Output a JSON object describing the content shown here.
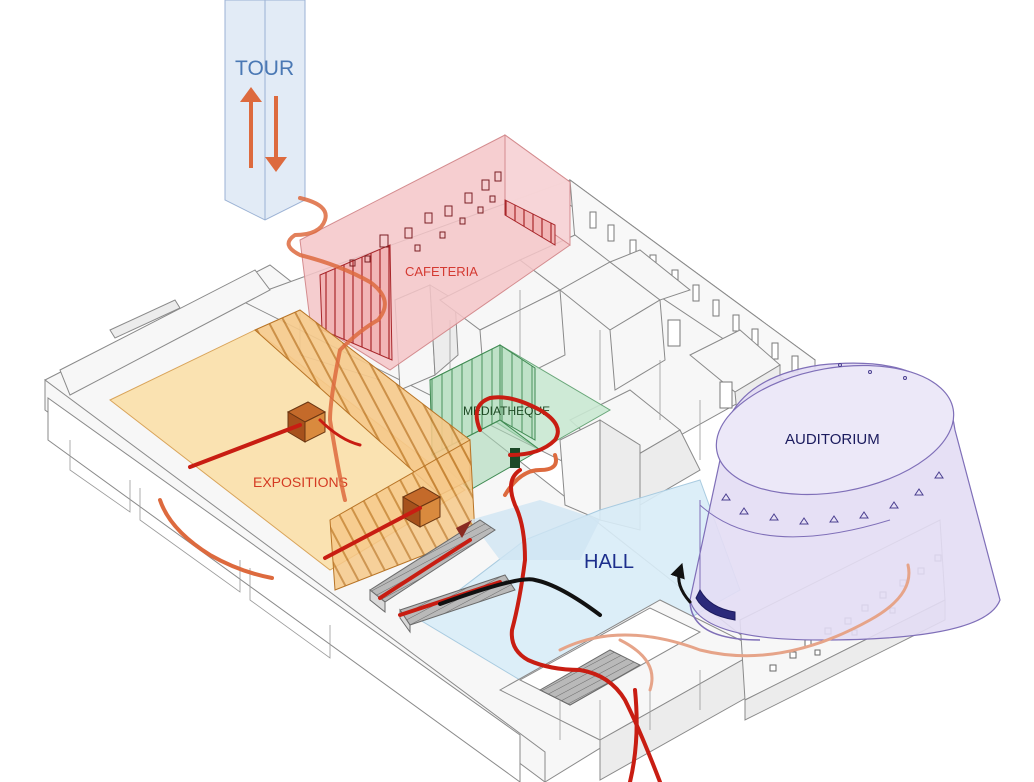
{
  "labels": {
    "tour": "TOUR",
    "cafeteria": "CAFETERIA",
    "mediatheque": "MEDIATHEQUE",
    "expositions": "EXPOSITIONS",
    "hall": "HALL",
    "auditorium": "AUDITORIUM"
  },
  "colors": {
    "tour_text": "#4a78b4",
    "tour_fill": "#dde7f4",
    "cafeteria_text": "#d43a32",
    "cafeteria_fill": "#f4c6c8",
    "mediatheque_text": "#1e4a24",
    "mediatheque_fill": "#c9e8d2",
    "expositions_text": "#d43a22",
    "expositions_fill": "#f9dfa9",
    "hall_text": "#1c2e8c",
    "hall_fill": "#d8ecf7",
    "auditorium_text": "#1b1b5e",
    "auditorium_fill": "#e3ddf4",
    "circulation_orange": "#dd6a3e",
    "circulation_red": "#c81d12",
    "circulation_dark": "#111111"
  },
  "icons": {
    "tour_arrows": "up-down-arrows-icon",
    "auditorium_entry": "curved-arrow-up-icon"
  }
}
